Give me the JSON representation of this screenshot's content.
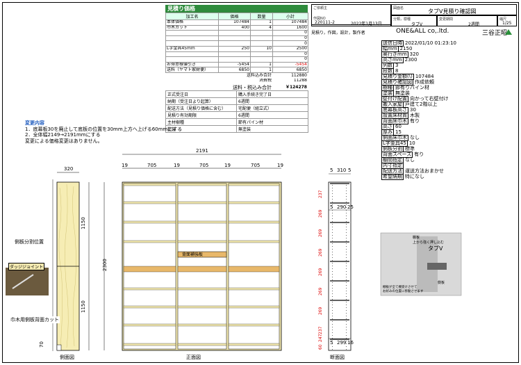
{
  "estimate": {
    "title": "見積り価格",
    "headers": [
      "加工名",
      "価格",
      "数量",
      "小計"
    ],
    "rows": [
      [
        "本体価格",
        "107484",
        "1",
        "107484"
      ],
      [
        "巾木カット",
        "400",
        "4",
        "1600"
      ],
      [
        "",
        "",
        "",
        "0"
      ],
      [
        "",
        "",
        "",
        "0"
      ],
      [
        "",
        "",
        "",
        "0"
      ],
      [
        "L字金具45mm",
        "250",
        "10",
        "2500"
      ],
      [
        "",
        "",
        "",
        "0"
      ],
      [
        "",
        "",
        "",
        "0"
      ],
      [
        "お得意様値引き",
        "-5454",
        "1",
        "-5454"
      ],
      [
        "送料（ヤマト家財便）",
        "6850",
        "1",
        "6850"
      ]
    ],
    "subtotal_label": "送料込み合計",
    "subtotal": "112880",
    "tax_label": "消費税",
    "tax": "11288",
    "total_label": "送料・税込み合計",
    "total": "￥124278"
  },
  "order_info": [
    [
      "正式受注日",
      "購入手続き完了日"
    ],
    [
      "納期（受注日より起算）",
      "6週間"
    ],
    [
      "配送方法（見積り価格に含む）",
      "宅配便（組立式）"
    ],
    [
      "見積り有効期限",
      "6週間"
    ],
    [
      "主材樹種",
      "節有パイン材"
    ],
    [
      "塗装",
      "無塗装"
    ]
  ],
  "header": {
    "company_label": "ご依頼主",
    "company": "",
    "drawing_label": "図面名",
    "drawing": "タブV見積り確認図",
    "no_label": "作図NO",
    "no": "220111-2",
    "date": "2022年1月13日",
    "class_label": "分類，樹種",
    "class": "タブV",
    "change_label": "変更期間",
    "change": "2週間",
    "scale_label": "縮尺",
    "scale": "1/25",
    "maker_label": "見積り，作図，設計，製作者",
    "maker": "ONE&ALL co,.ltd.",
    "person": "三谷正昭"
  },
  "spec": [
    {
      "l": "送信日時",
      "v": "2022/01/10 01:23:10"
    },
    {
      "l": "幅mm",
      "v": "2150"
    },
    {
      "l": "奥行きmm",
      "v": "320"
    },
    {
      "l": "高さmm",
      "v": "2300"
    },
    {
      "l": "列数",
      "v": "3"
    },
    {
      "l": "段数",
      "v": "8"
    },
    {
      "l": "見積り金額(\\)",
      "v": "107484"
    },
    {
      "l": "見積り確認図",
      "v": "作成依頼"
    },
    {
      "l": "樹種",
      "v": "節有りパイン材"
    },
    {
      "l": "塗装",
      "v": "無塗装"
    },
    {
      "l": "壁付け配置",
      "v": "向かって右壁付け"
    },
    {
      "l": "搬入家屋",
      "v": "戸建て2階以上"
    },
    {
      "l": "底幕板高さ",
      "v": "30"
    },
    {
      "l": "設置床材質",
      "v": "木製"
    },
    {
      "l": "背面床巾木",
      "v": "有り"
    },
    {
      "l": "高さ",
      "v": "60"
    },
    {
      "l": "厚み",
      "v": "15"
    },
    {
      "l": "側面床巾木",
      "v": "なし"
    },
    {
      "l": "L字金具45",
      "v": "10"
    },
    {
      "l": "側板分割",
      "v": "標準"
    },
    {
      "l": "背面スペース",
      "v": "有り"
    },
    {
      "l": "棚間指定",
      "v": "なし"
    },
    {
      "l": "内寸指定",
      "v": ""
    },
    {
      "l": "配送方法",
      "v": "運送方法おまかせ"
    },
    {
      "l": "希望納期",
      "v": "特になし"
    }
  ],
  "change": {
    "title": "変更内容",
    "lines": [
      "1．底幕板30を廃止して底板の位置を30mm上方へ上げる60mmにする",
      "2．全体幅2149→2191mmにする",
      "変更による価格変更はありません。"
    ]
  },
  "drawing": {
    "total_width": "2191",
    "col_widths": [
      "19",
      "705",
      "19",
      "705",
      "19",
      "705",
      "19"
    ],
    "side_depth": "320",
    "height": "2300",
    "upper": "1150",
    "lower": "1150",
    "plinth": "70",
    "section_top": [
      "5",
      "310",
      "5"
    ],
    "section_mid": [
      "5",
      "290",
      "25"
    ],
    "section_bot": [
      "5",
      "299",
      "16"
    ],
    "section_gaps": [
      "237",
      "269",
      "269",
      "269",
      "269",
      "269",
      "269",
      "237"
    ],
    "section_bottom_nums": [
      "60",
      "247"
    ],
    "labels": {
      "side_split": "側板分割位置",
      "dowel": "ダッジジョイント",
      "baseboard_cut": "巾木用側板背面カット",
      "back_panel": "背面補強板",
      "side_view": "側面図",
      "front_view": "正面図",
      "section_view": "断面図",
      "shelf_board": "棚板",
      "lift_note": "上から強く押し込む",
      "tab": "タブV",
      "side_board": "側板",
      "pin_note1": "棚板が全て棚受けさせて",
      "pin_note2": "お好みの位置に移動させます"
    }
  }
}
